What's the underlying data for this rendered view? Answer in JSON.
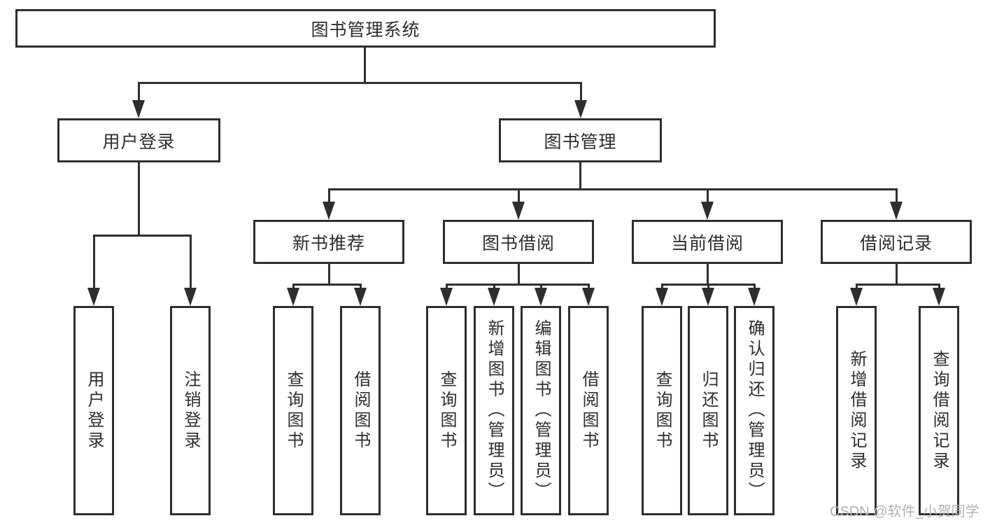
{
  "colors": {
    "line": "#2e2e2e",
    "text": "#2d2d2d",
    "watermark_text": "#b3b3b3",
    "background": "#ffffff"
  },
  "watermark": "CSDN @软件_小贺同学",
  "tree": {
    "root": {
      "label": "图书管理系统"
    },
    "level2": [
      {
        "label": "用户登录"
      },
      {
        "label": "图书管理"
      }
    ],
    "level3": [
      {
        "label": "新书推荐"
      },
      {
        "label": "图书借阅"
      },
      {
        "label": "当前借阅"
      },
      {
        "label": "借阅记录"
      }
    ],
    "leaves": {
      "user_login": [
        {
          "label": "用户登录"
        },
        {
          "label": "注销登录"
        }
      ],
      "new_book": [
        {
          "label": "查询图书"
        },
        {
          "label": "借阅图书"
        }
      ],
      "book_borrow": [
        {
          "label": "查询图书"
        },
        {
          "label": "新增图书（管理员）"
        },
        {
          "label": "编辑图书（管理员）"
        },
        {
          "label": "借阅图书"
        }
      ],
      "current_borrow": [
        {
          "label": "查询图书"
        },
        {
          "label": "归还图书"
        },
        {
          "label": "确认归还（管理员）"
        }
      ],
      "borrow_record": [
        {
          "label": "新增借阅记录"
        },
        {
          "label": "查询借阅记录"
        }
      ]
    }
  }
}
